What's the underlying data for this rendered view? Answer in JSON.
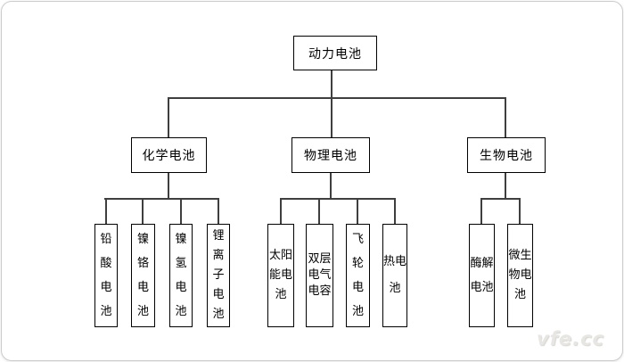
{
  "diagram": {
    "root": {
      "label": "动力电池"
    },
    "groups": [
      {
        "label": "化学电池",
        "children": [
          "铅酸电池",
          "镍铬电池",
          "镍氢电池",
          "锂离子电池"
        ]
      },
      {
        "label": "物理电池",
        "children": [
          "太阳能电池",
          "双层电气电容",
          "飞轮电池",
          "热电池"
        ]
      },
      {
        "label": "生物电池",
        "children": [
          "酶解电池",
          "微生物电池"
        ]
      }
    ]
  },
  "watermark": "vfe.cc"
}
